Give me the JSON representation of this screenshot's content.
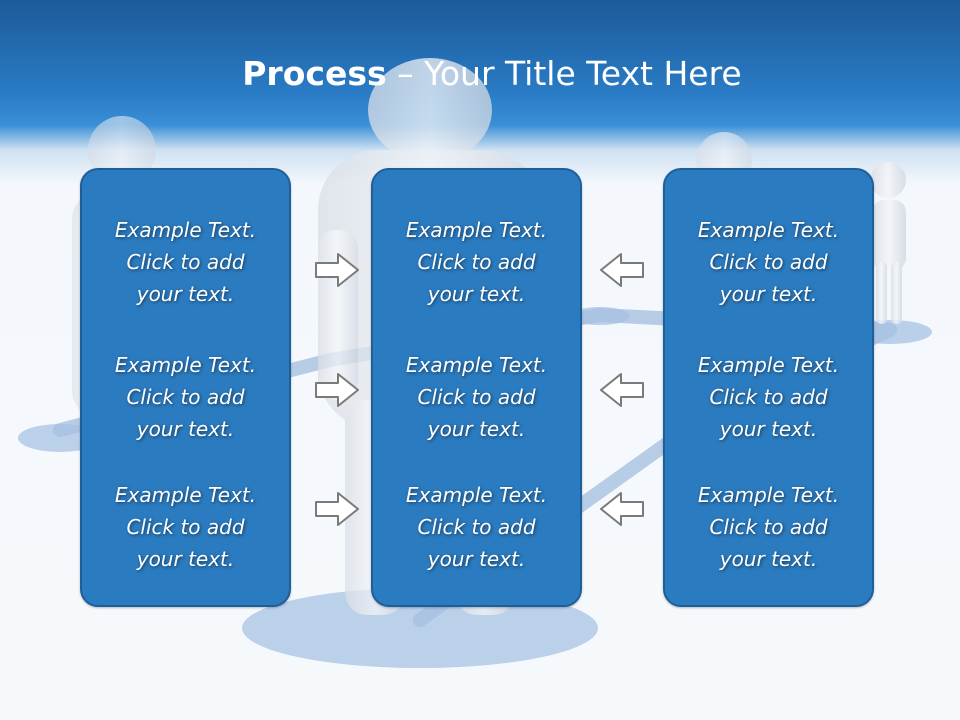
{
  "title": {
    "bold": "Process",
    "rest": " – Your Title Text Here"
  },
  "panels": [
    {
      "items": [
        {
          "line1": "Example Text.",
          "line2": "Click  to add",
          "line3": "your text."
        },
        {
          "line1": "Example Text.",
          "line2": "Click  to add",
          "line3": "your text."
        },
        {
          "line1": "Example Text.",
          "line2": "Click  to add",
          "line3": "your text."
        }
      ]
    },
    {
      "items": [
        {
          "line1": "Example Text.",
          "line2": "Click  to add",
          "line3": "your text."
        },
        {
          "line1": "Example Text.",
          "line2": "Click  to add",
          "line3": "your text."
        },
        {
          "line1": "Example Text.",
          "line2": "Click  to add",
          "line3": "your text."
        }
      ]
    },
    {
      "items": [
        {
          "line1": "Example Text.",
          "line2": "Click  to add",
          "line3": "your text."
        },
        {
          "line1": "Example Text.",
          "line2": "Click  to add",
          "line3": "your text."
        },
        {
          "line1": "Example Text.",
          "line2": "Click  to add",
          "line3": "your text."
        }
      ]
    }
  ],
  "arrows": {
    "left_to_center": [
      "right-arrow-icon",
      "right-arrow-icon",
      "right-arrow-icon"
    ],
    "right_to_center": [
      "left-arrow-icon",
      "left-arrow-icon",
      "left-arrow-icon"
    ]
  },
  "colors": {
    "header_blue": "#1c5a9a",
    "panel_blue": "#2b7bc0",
    "panel_border": "#1f5f99",
    "text": "#ffffff",
    "arrow_stroke": "#7a7a7a"
  }
}
